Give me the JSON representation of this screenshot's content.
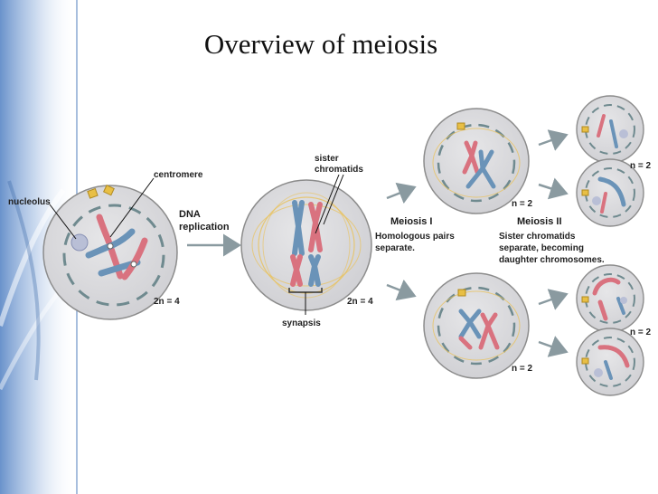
{
  "slide": {
    "title": "Overview of meiosis"
  },
  "labels": {
    "centromere": "centromere",
    "nucleolus": "nucleolus",
    "dna_replication_line1": "DNA",
    "dna_replication_line2": "replication",
    "sister_line1": "sister",
    "sister_line2": "chromatids",
    "synapsis": "synapsis",
    "parent_ploidy": "2n = 4",
    "replicated_ploidy": "2n = 4",
    "meiosis1_ploidy_top": "n = 2",
    "meiosis1_ploidy_bottom": "n = 2",
    "meiosis2_ploidy_top": "n = 2",
    "meiosis2_ploidy_bottom": "n = 2",
    "meiosis_i_heading": "Meiosis I",
    "meiosis_i_desc_line1": "Homologous pairs",
    "meiosis_i_desc_line2": "separate.",
    "meiosis_ii_heading": "Meiosis II",
    "meiosis_ii_desc_line1": "Sister chromatids",
    "meiosis_ii_desc_line2": "separate, becoming",
    "meiosis_ii_desc_line3": "daughter chromosomes."
  },
  "colors": {
    "cell_fill": "#d9d9dc",
    "cell_edge": "#8c8c8c",
    "membrane_dash": "#6f8a8f",
    "chromosome_red": "#d9727f",
    "chromosome_blue": "#6a93b8",
    "spindle_gold": "#e9c25a",
    "centrosome": "#e8bf45",
    "nucleolus": "#b9bfd6",
    "arrow": "#8a9aa0",
    "sidebar_blue": "#5a86c4"
  }
}
